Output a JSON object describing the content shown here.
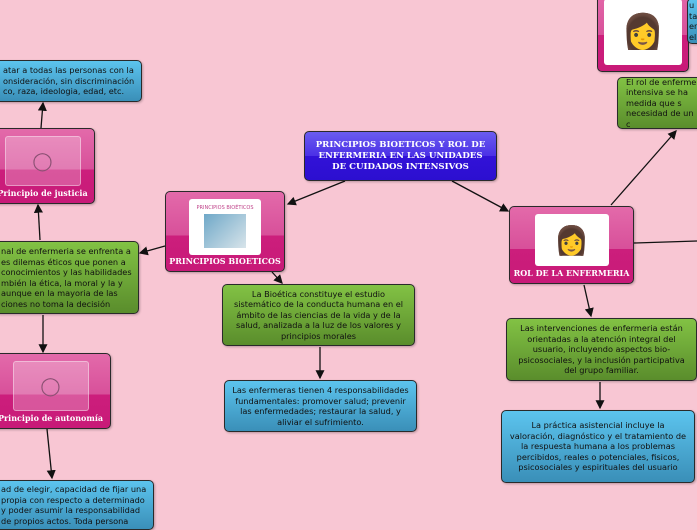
{
  "title": "PRINCIPIOS BIOETICOS Y ROL DE ENFERMERIA EN LAS UNIDADES DE CUIDADOS INTENSIVOS",
  "principios": {
    "label": "PRINCIPIOS BIOETICOS",
    "image_caption": "PRINCIPIOS BIOÉTICOS",
    "definition": "La Bioética constituye el estudio sistemático de la conducta humana en el ámbito de las ciencias de la vida y de la salud, analizada a la luz de los valores y principios morales",
    "responsibilities": "Las enfermeras tienen 4 responsabilidades fundamentales: promover salud; prevenir las enfermedades; restaurar la salud, y aliviar el sufrimiento.",
    "dilemmas": "nal de enfermeria se enfrenta a es dilemas éticos que ponen a conocimientos y las habilidades mbién la ética, la moral y la y aunque en la mayoria de las ciones no toma la decisión",
    "justicia": {
      "label": "Principio de justicia",
      "text": "atar a todas las personas con la onsideración, sin discriminación co, raza, ideologia, edad, etc."
    },
    "autonomia": {
      "label": "Principio de autonomía",
      "text": "ad de elegir, capacidad de fijar una propia con respecto a determinado y poder asumir la responsabilidad de propios actos. Toda persona"
    }
  },
  "rol": {
    "label": "ROL DE LA ENFERMERIA",
    "intervenciones": "Las intervenciones de enfermeria están orientadas a la atención integral del usuario, incluyendo aspectos bio-psicosociales, y la inclusión participativa del grupo familiar.",
    "practica": "La práctica asistencial incluye la valoración, diagnóstico y el tratamiento de la respuesta humana a los problemas percibidos, reales o potenciales, fisicos, psicosociales y espirituales del usuario",
    "rol_uci": "El rol de enferme intensiva se ha medida que s necesidad de un c",
    "top_right_fragment": "u ta en el"
  },
  "icons": {
    "placeholder": "camera-icon"
  }
}
